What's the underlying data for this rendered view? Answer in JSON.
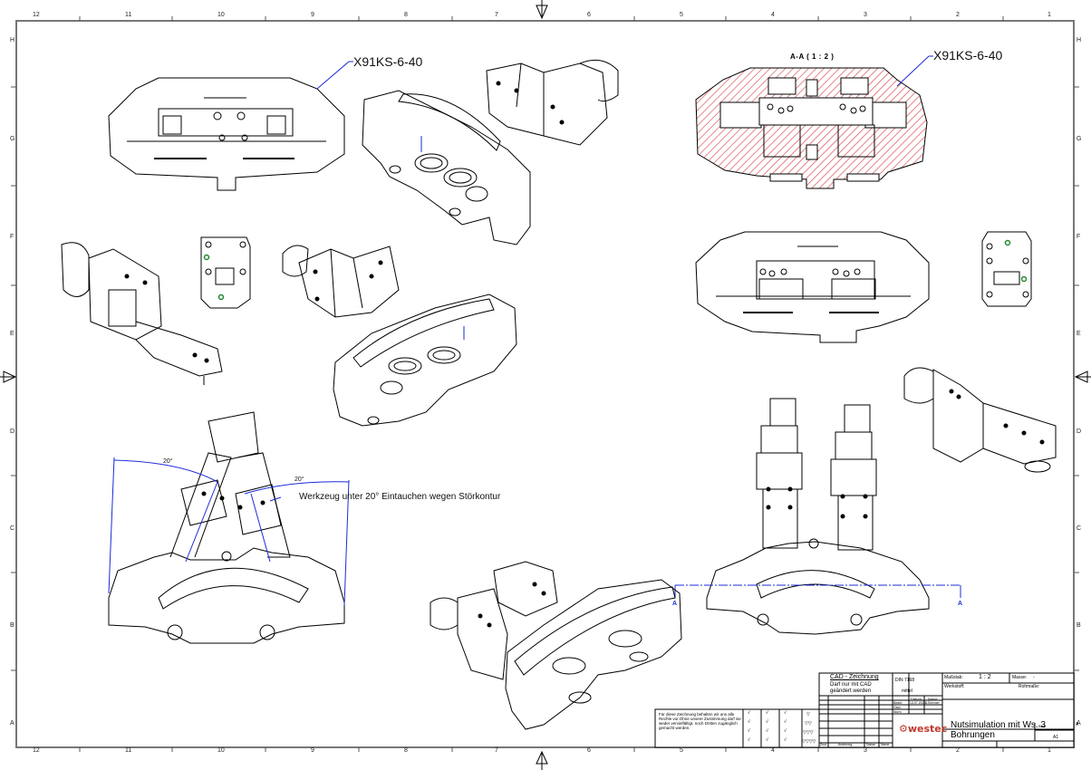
{
  "frame": {
    "columns": [
      "12",
      "11",
      "10",
      "9",
      "8",
      "7",
      "6",
      "5",
      "4",
      "3",
      "2",
      "1"
    ],
    "rows": [
      "H",
      "G",
      "F",
      "E",
      "D",
      "C",
      "B",
      "A"
    ]
  },
  "labels": {
    "part_number_left": "X91KS-6-40",
    "part_number_right": "X91KS-6-40",
    "section_view": "A-A ( 1 : 2 )",
    "section_marker": "A",
    "angle_left": "20°",
    "angle_right": "20°",
    "annotation": "Werkzeug unter 20° Eintauchen wegen Störkontur"
  },
  "colors": {
    "line": "#000000",
    "dimension": "#1a2bd8",
    "hatch": "#d9464a",
    "hole_green": "#1f8a2e",
    "frame": "#777777",
    "logo": "#c0392b"
  },
  "title_block": {
    "notice": "Für diese Zeichnung behalten wir uns alle Rechte vor.Ohne unsere Zustimmung darf sie weder vervielfältigt, noch Dritten zugänglich gemacht werden.",
    "surface_symbols": [
      "▽",
      "▽▽",
      "▽▽▽",
      "▽▽▽▽"
    ],
    "cad_heading": "CAD - Zeichnung",
    "cad_note_1": "Darf nur mit CAD",
    "cad_note_2": "geändert werden",
    "norm": "DIN 7168",
    "tolerance": "mittel",
    "date_header": "Datum",
    "name_header": "Name",
    "row_bearb": "Bearb.",
    "row_gepr": "Gepr.",
    "row_norm": "Norm",
    "date_value": "13.07.2020",
    "name_value": "A.Brenner",
    "revision_headers": [
      "Zust.",
      "Änderung",
      "Datum",
      "Name"
    ],
    "scale_label": "Maßstab:",
    "scale_value": "1 : 2",
    "mass_label": "Masse:",
    "mass_value": "-",
    "material_label": "Werkstoff:",
    "raw_size_label": "Rohmaße:",
    "company": "westec",
    "title_line_1": "Nutsimulation mit Ws. 3",
    "title_line_2": "Bohrungen",
    "sheet_label": "Blatt",
    "format": "A1",
    "rev_marker": "A"
  }
}
